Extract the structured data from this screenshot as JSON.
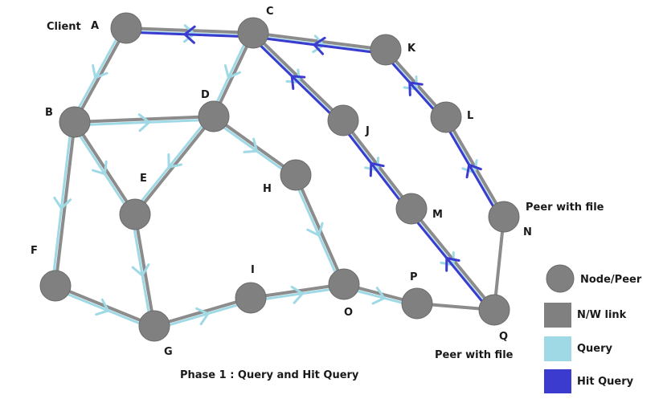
{
  "client_label": "Client",
  "nodes": [
    {
      "id": "A",
      "label": "A"
    },
    {
      "id": "B",
      "label": "B"
    },
    {
      "id": "C",
      "label": "C"
    },
    {
      "id": "D",
      "label": "D"
    },
    {
      "id": "E",
      "label": "E"
    },
    {
      "id": "F",
      "label": "F"
    },
    {
      "id": "G",
      "label": "G"
    },
    {
      "id": "H",
      "label": "H"
    },
    {
      "id": "I",
      "label": "I"
    },
    {
      "id": "J",
      "label": "J"
    },
    {
      "id": "K",
      "label": "K"
    },
    {
      "id": "L",
      "label": "L"
    },
    {
      "id": "M",
      "label": "M"
    },
    {
      "id": "N",
      "label": "N"
    },
    {
      "id": "O",
      "label": "O"
    },
    {
      "id": "P",
      "label": "P"
    },
    {
      "id": "Q",
      "label": "Q"
    }
  ],
  "links": [
    [
      "A",
      "C"
    ],
    [
      "A",
      "B"
    ],
    [
      "B",
      "D"
    ],
    [
      "B",
      "E"
    ],
    [
      "B",
      "F"
    ],
    [
      "C",
      "D"
    ],
    [
      "C",
      "J"
    ],
    [
      "C",
      "K"
    ],
    [
      "D",
      "E"
    ],
    [
      "D",
      "H"
    ],
    [
      "E",
      "G"
    ],
    [
      "F",
      "G"
    ],
    [
      "G",
      "I"
    ],
    [
      "I",
      "O"
    ],
    [
      "H",
      "O"
    ],
    [
      "O",
      "P"
    ],
    [
      "P",
      "Q"
    ],
    [
      "J",
      "M"
    ],
    [
      "M",
      "Q"
    ],
    [
      "K",
      "L"
    ],
    [
      "L",
      "N"
    ],
    [
      "N",
      "Q"
    ]
  ],
  "query_paths": [
    [
      "A",
      "C"
    ],
    [
      "A",
      "B"
    ],
    [
      "B",
      "D"
    ],
    [
      "B",
      "E"
    ],
    [
      "B",
      "F"
    ],
    [
      "C",
      "D"
    ],
    [
      "C",
      "J"
    ],
    [
      "C",
      "K"
    ],
    [
      "D",
      "E"
    ],
    [
      "D",
      "H"
    ],
    [
      "E",
      "G"
    ],
    [
      "F",
      "G"
    ],
    [
      "G",
      "I"
    ],
    [
      "I",
      "O"
    ],
    [
      "H",
      "O"
    ],
    [
      "O",
      "P"
    ],
    [
      "J",
      "M"
    ],
    [
      "M",
      "Q"
    ],
    [
      "K",
      "L"
    ],
    [
      "L",
      "N"
    ]
  ],
  "hit_paths": [
    [
      "Q",
      "M"
    ],
    [
      "M",
      "J"
    ],
    [
      "J",
      "C"
    ],
    [
      "C",
      "A"
    ],
    [
      "N",
      "L"
    ],
    [
      "L",
      "K"
    ],
    [
      "K",
      "C"
    ]
  ],
  "peer_with_file_labels": [
    "Peer with file",
    "Peer with file"
  ],
  "caption": "Phase 1 : Query and Hit Query",
  "legend": {
    "node": "Node/Peer",
    "link": "N/W link",
    "query": "Query",
    "hit": "Hit Query"
  },
  "colors": {
    "node": "#808080",
    "link": "#8c8c8c",
    "query": "#9fd9e6",
    "hit": "#3b3bd0"
  }
}
